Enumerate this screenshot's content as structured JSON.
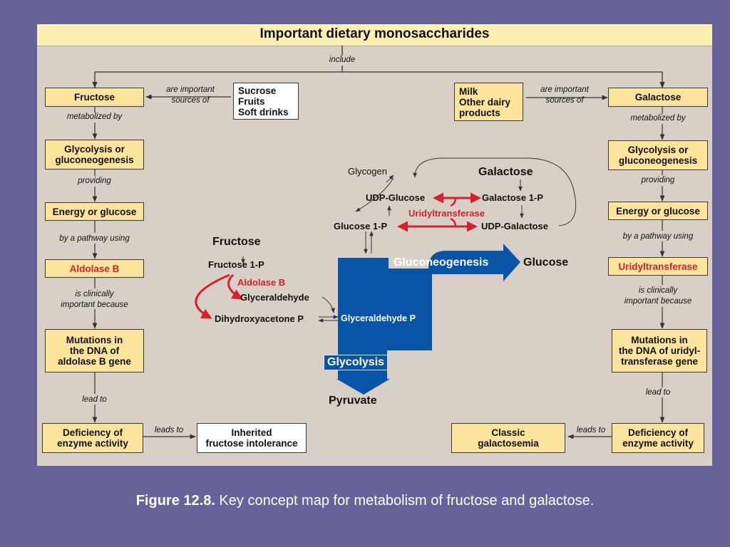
{
  "title": "Important dietary monosaccharides",
  "include_label": "include",
  "left": {
    "fructose": "Fructose",
    "sources_label": "are important\nsources  of",
    "sources": "Sucrose\nFruits\nSoft drinks",
    "metabolized_by": "metabolized by",
    "glycolysis": "Glycolysis or\ngluconeogenesis",
    "providing": "providing",
    "energy": "Energy or glucose",
    "pathway": "by a pathway using",
    "enzyme": "Aldolase B",
    "clinically": "is clinically\nimportant because",
    "mutations": "Mutations in\nthe DNA of\naldolase B gene",
    "lead_to": "lead to",
    "deficiency": "Deficiency of\nenzyme activity",
    "leads_to": "leads to",
    "disease": "Inherited\nfructose intolerance"
  },
  "right": {
    "galactose": "Galactose",
    "sources_label": "are important\nsources of",
    "sources": "Milk\nOther dairy\nproducts",
    "metabolized_by": "metabolized by",
    "glycolysis": "Glycolysis or\ngluconeogenesis",
    "providing": "providing",
    "energy": "Energy or glucose",
    "pathway": "by a pathway using",
    "enzyme": "Uridyltransferase",
    "clinically": "is clinically\nimportant because",
    "mutations": "Mutations in\nthe DNA of uridyl-\ntransferase gene",
    "lead_to": "lead to",
    "deficiency": "Deficiency of\nenzyme activity",
    "leads_to": "leads to",
    "disease": "Classic\ngalactosemia"
  },
  "center": {
    "glycogen": "Glycogen",
    "galactose": "Galactose",
    "udp_glucose": "UDP-Glucose",
    "galactose_1p": "Galactose 1-P",
    "uridyltransferase": "Uridyltransferase",
    "glucose_1p": "Glucose 1-P",
    "udp_galactose": "UDP-Galactose",
    "fructose": "Fructose",
    "fructose_1p": "Fructose 1-P",
    "aldolase_b": "Aldolase B",
    "glyceraldehyde": "Glyceraldehyde",
    "dhap": "Dihydroxyacetone P",
    "glyceraldehyde_p": "Glyceraldehyde P",
    "gluconeogenesis": "Gluconeogenesis",
    "glucose": "Glucose",
    "glycolysis": "Glycolysis",
    "pyruvate": "Pyruvate"
  },
  "caption": {
    "label": "Figure 12.8.",
    "text": " Key concept map for metabolism of fructose and galactose."
  },
  "colors": {
    "slide_bg": "#65639a",
    "figure_bg": "#d8d0c6",
    "box_fill": "#fde49c",
    "accent_red": "#d6202c",
    "flow_blue": "#0a54a8"
  }
}
